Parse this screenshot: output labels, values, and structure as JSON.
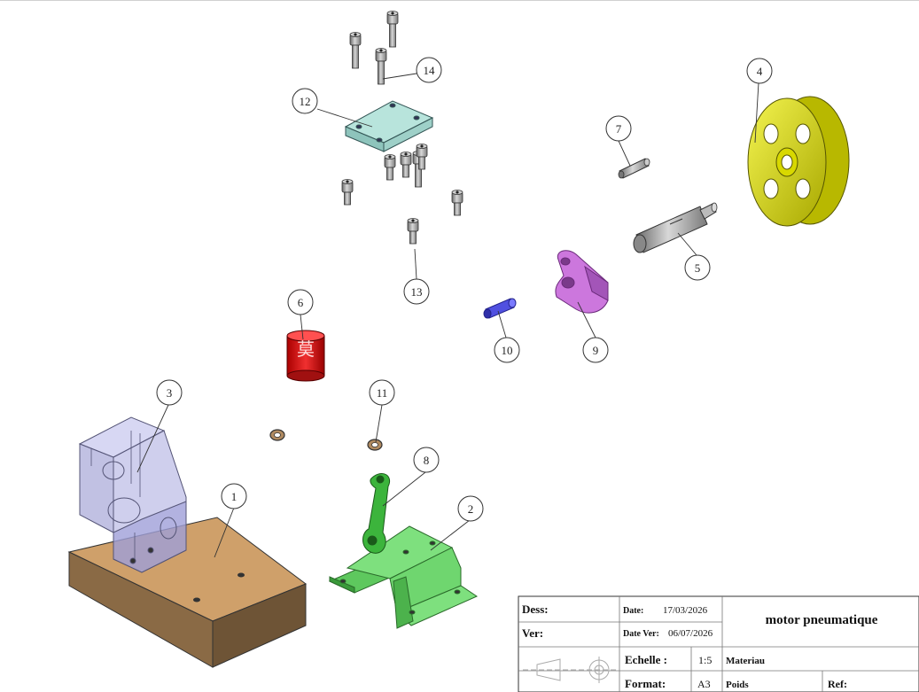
{
  "drawing": {
    "parts": [
      {
        "id": "base",
        "number": "1"
      },
      {
        "id": "bracket",
        "number": "2"
      },
      {
        "id": "cylinder-housing",
        "number": "3"
      },
      {
        "id": "flywheel",
        "number": "4"
      },
      {
        "id": "crankshaft",
        "number": "5"
      },
      {
        "id": "piston",
        "number": "6"
      },
      {
        "id": "crank-pin",
        "number": "7"
      },
      {
        "id": "connecting-rod",
        "number": "8"
      },
      {
        "id": "crank-arm",
        "number": "9"
      },
      {
        "id": "pin",
        "number": "10"
      },
      {
        "id": "washer",
        "number": "11"
      },
      {
        "id": "cover-plate",
        "number": "12"
      },
      {
        "id": "screw-short",
        "number": "13"
      },
      {
        "id": "screw-long",
        "number": "14"
      }
    ],
    "colors": {
      "wood": "#c9a070",
      "bracket": "#6fd66f",
      "housing": "#9a9ad6",
      "flywheel": "#e0e020",
      "piston": "#d81818",
      "crank_arm": "#cc77dd",
      "pin": "#4444dd",
      "plate": "#a8d8d0",
      "steel": "#a8a8a8"
    }
  },
  "title_block": {
    "dess_label": "Dess:",
    "ver_label": "Ver:",
    "date_label": "Date:",
    "date_value": "17/03/2026",
    "date_ver_label": "Date Ver:",
    "date_ver_value": "06/07/2026",
    "title": "motor pneumatique",
    "echelle_label": "Echelle :",
    "echelle_value": "1:5",
    "materiau_label": "Materiau",
    "format_label": "Format:",
    "format_value": "A3",
    "poids_label": "Poids",
    "ref_label": "Ref:"
  }
}
